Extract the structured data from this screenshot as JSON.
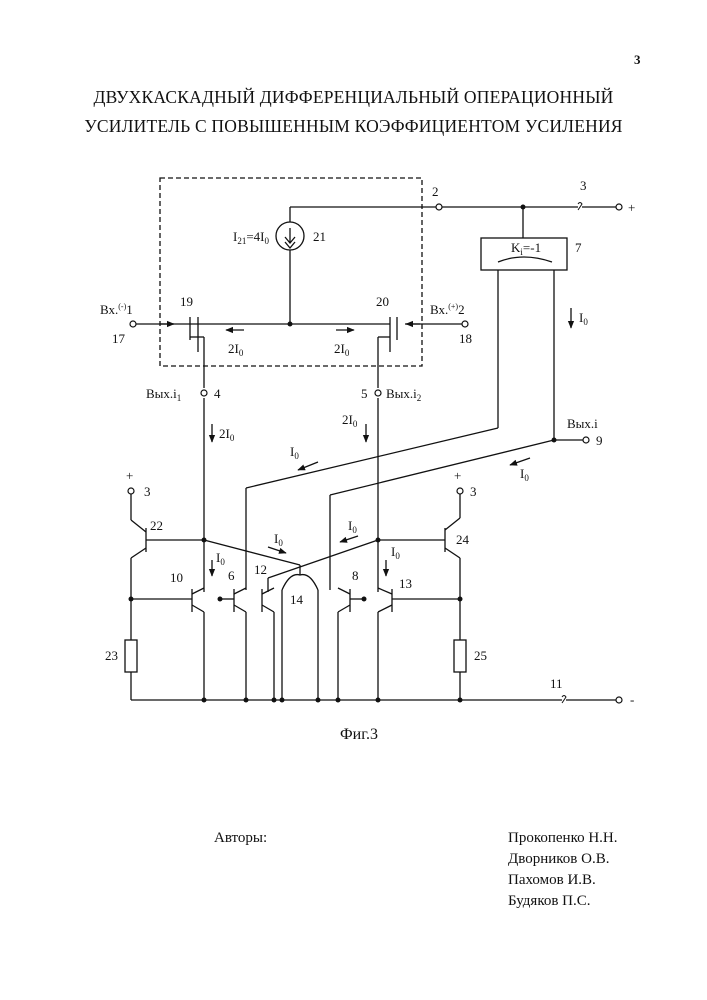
{
  "page_number": "3",
  "title_line1": "ДВУХКАСКАДНЫЙ ДИФФЕРЕНЦИАЛЬНЫЙ ОПЕРАЦИОННЫЙ",
  "title_line2": "УСИЛИТЕЛЬ С ПОВЫШЕННЫМ КОЭФФИЦИЕНТОМ УСИЛЕНИЯ",
  "figure": {
    "caption": "Фиг.3",
    "labels": {
      "n2": "2",
      "n3_top": "3",
      "plus_top": "+",
      "i21_main": "I",
      "i21_sub": "21",
      "i21_mid": "=4I",
      "i21_sub0": "0",
      "n21": "21",
      "ki_main": "K",
      "ki_sub": "i",
      "ki_val": "=-1",
      "n7": "7",
      "io_right_main": "I",
      "io_right_sub": "0",
      "vx_minus_main": "Вх.",
      "vx_minus_sup": "(-)",
      "vx_minus_num": "1",
      "n17": "17",
      "n19": "19",
      "n20": "20",
      "vx_plus_main": "Вх.",
      "vx_plus_sup": "(+)",
      "vx_plus_num": "2",
      "n18": "18",
      "two_io_left_main": "2I",
      "two_io_left_sub": "0",
      "two_io_right_main": "2I",
      "two_io_right_sub": "0",
      "vyx_i1_main": "Вых.i",
      "vyx_i1_sub": "1",
      "n4": "4",
      "n5": "5",
      "vyx_i2_main": "Вых.i",
      "vyx_i2_sub": "2",
      "two_io_d1_main": "2I",
      "two_io_d1_sub": "0",
      "two_io_d2_main": "2I",
      "two_io_d2_sub": "0",
      "vyx_i": "Вых.i",
      "n9": "9",
      "io_a_main": "I",
      "io_a_sub": "0",
      "io_b_main": "I",
      "io_b_sub": "0",
      "plus_l": "+",
      "n3_l": "3",
      "plus_r": "+",
      "n3_r": "3",
      "n22": "22",
      "n24": "24",
      "io_c_main": "I",
      "io_c_sub": "0",
      "io_d_main": "I",
      "io_d_sub": "0",
      "io_e_main": "I",
      "io_e_sub": "0",
      "io_f_main": "I",
      "io_f_sub": "0",
      "n10": "10",
      "n6": "6",
      "n12": "12",
      "n14": "14",
      "n8": "8",
      "n13": "13",
      "n23": "23",
      "n25": "25",
      "n11": "11",
      "minus": "-"
    }
  },
  "authors_label": "Авторы:",
  "authors": [
    "Прокопенко Н.Н.",
    "Дворников О.В.",
    "Пахомов И.В.",
    "Будяков П.С."
  ]
}
